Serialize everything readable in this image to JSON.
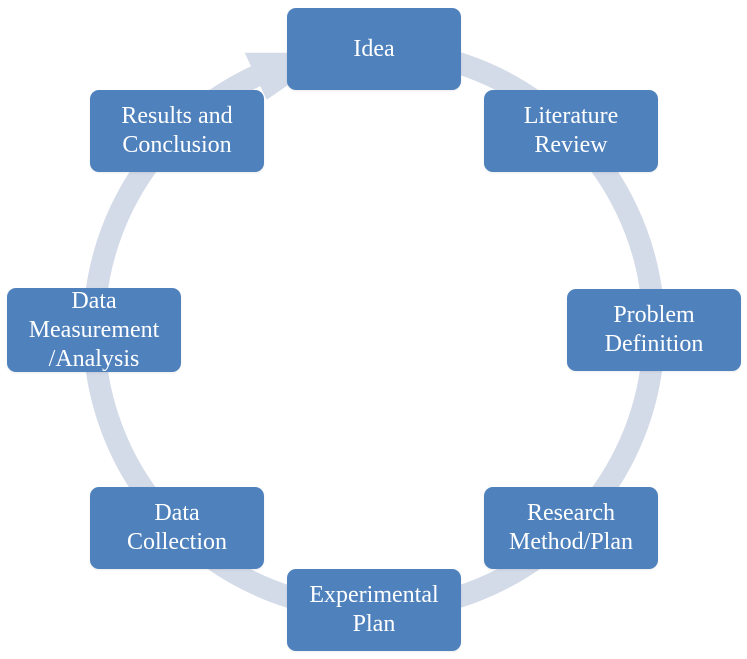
{
  "diagram": {
    "type": "cycle",
    "colors": {
      "node_fill": "#4f81bd",
      "node_text": "#ffffff",
      "ring": "#d3dae8"
    },
    "nodes": [
      {
        "id": "idea",
        "label": "Idea"
      },
      {
        "id": "literature-review",
        "label": "Literature\nReview"
      },
      {
        "id": "problem-definition",
        "label": "Problem\nDefinition"
      },
      {
        "id": "research-method",
        "label": "Research\nMethod/Plan"
      },
      {
        "id": "experimental-plan",
        "label": "Experimental\nPlan"
      },
      {
        "id": "data-collection",
        "label": "Data\nCollection"
      },
      {
        "id": "data-measurement",
        "label": "Data\nMeasurement\n/Analysis"
      },
      {
        "id": "results-conclusion",
        "label": "Results and\nConclusion"
      }
    ],
    "flow_direction": "clockwise"
  }
}
